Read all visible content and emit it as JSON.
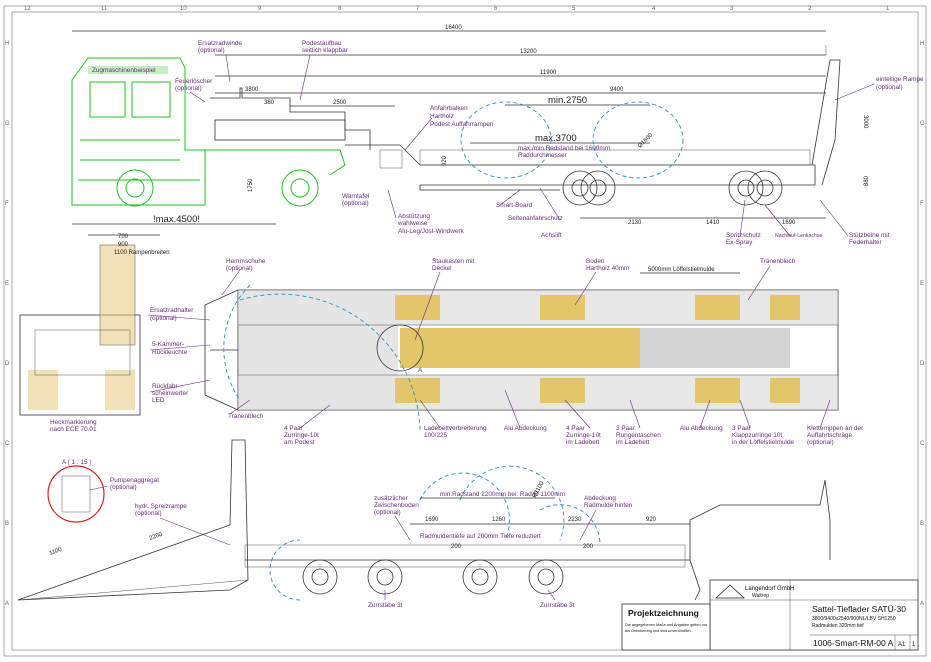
{
  "grid": {
    "top": [
      "12",
      "11",
      "10",
      "9",
      "8",
      "7",
      "6",
      "5",
      "4",
      "3",
      "2",
      "1"
    ],
    "left": [
      "H",
      "G",
      "F",
      "E",
      "D",
      "C",
      "B",
      "A"
    ]
  },
  "side_view": {
    "dims": {
      "total": "16400",
      "d13200": "13200",
      "d11900": "11900",
      "d9400": "9400",
      "d3800": "3800",
      "d2500": "2500",
      "d380": "380",
      "min2750": "min.2750",
      "max3700": "max.3700",
      "max4500": "!max.4500!",
      "d1750": "1750",
      "d920": "920",
      "d3000": "3000",
      "d880": "880",
      "d2130": "2130",
      "d1410": "1410",
      "d1690": "1690",
      "d1600": "Ø1600"
    },
    "labels": {
      "zugmaschine": "Zugmaschinenbeispiel",
      "ersatzradwinde": "Ersatzradwinde",
      "ersatzradwinde_opt": "(optional)",
      "podestaufbau": "Podestaufbau",
      "podestaufbau2": "seitlich klappbar",
      "feuerloescher": "Feuerlöscher",
      "feuerloescher_opt": "(optional)",
      "anfahrbalken": "Anfahrbalken",
      "hartholz": "Hartholz",
      "podest_auffahrrampen": "Podest Auffahrrampen",
      "radstand": "max./min.Radstand bei 1600mm",
      "raddurchmesser": "Raddurchmesser",
      "warntafel": "Warntafel",
      "warntafel_opt": "(optional)",
      "smartboard": "Smart-Board",
      "abstuetzung": "Abstützung",
      "abstuetzung2": "wahlweise",
      "abstuetzung3": "Alu-Leg/Jost-Windwerk",
      "seitenanfahrschutz": "Seitenanfahrschutz",
      "achslift": "Achslift",
      "spritzschutz": "Spritzschutz",
      "spritzschutz2": "Ex-Spray",
      "nachlauflenkachse": "Nachlauf-Lenkachse",
      "stuetzbeine": "Stützbeine mit",
      "stuetzbeine2": "Federhalter",
      "einteilige_rampe": "einteilige Rampe",
      "einteilige_rampe_opt": "(optional)"
    }
  },
  "top_view": {
    "dims": {
      "d700": "700",
      "d900": "900",
      "rampenbreiten": "1100 Rampenbreiten",
      "loeffelmulde": "5000mm Löffelstielmulde"
    },
    "labels": {
      "hemmschuhe": "Hemmschuhe",
      "hemmschuhe_opt": "(optional)",
      "ersatzradhalter": "Ersatzradhalter",
      "ersatzradhalter_opt": "(optional)",
      "kammer": "5-Kammer-",
      "kammer2": "Rückleuchte",
      "rueckfahr": "Rückfahr-",
      "rueckfahr2": "scheinwerfer",
      "rueckfahr3": "LED",
      "heckmarkierung": "Heckmarkierung",
      "heckmarkierung2": "nach ECE 70.01",
      "traenenblech_l": "Tränenblech",
      "zurringe_podest": "4 Paar",
      "zurringe_podest2": "Zurringe-10t",
      "zurringe_podest3": "am Podest",
      "staukasten": "Staukasten mit",
      "staukasten2": "Deckel",
      "boden": "Boden",
      "boden2": "Hartholz 40mm",
      "traenenblech_r": "Tränenblech",
      "ladebett": "Ladebettverbreiterung",
      "ladebett2": "100/225",
      "alu1": "Alu Abdeckung",
      "zurringe_ladebett": "4 Paar",
      "zurringe_ladebett2": "Zurringe-10t",
      "zurringe_ladebett3": "im Ladebett",
      "rungentaschen": "3 Paar",
      "rungentaschen2": "Rungentaschen",
      "rungentaschen3": "im Ladebett",
      "alu2": "Alu Abdeckung",
      "klappzurringe": "3 Paar",
      "klappzurringe2": "Klappzurringe 10t",
      "klappzurringe3": "in der Löffelstielmulde",
      "kletterrippen": "Kletterrippen an der",
      "kletterrippen2": "Auffahrtschräge",
      "kletterrippen3": "(optional)",
      "section_a": "A"
    }
  },
  "bottom_view": {
    "labels": {
      "detail": "A ( 1 : 15 )",
      "pumpenaggregat": "Pumpenaggregat",
      "pumpenaggregat_opt": "(optional)",
      "spreizrampe": "hydr. Spreizrampe",
      "spreizrampe_opt": "(optional)",
      "zwischenboden": "zusätzlicher",
      "zwischenboden2": "Zwischenboden",
      "zwischenboden3": "(optional)",
      "radstand": "min.Radstand 2200mm bei: Rad-Ø 1100mm",
      "radmuldentiefe": "Radmuldentiefe auf 200mm  Tiefe reduziert",
      "abdeckung": "Abdeckung",
      "abdeckung2": "Radmulde hinten",
      "zurrstaebe_l": "Zurrstäbe 3t",
      "zurrstaebe_r": "Zurrstäbe 3t"
    },
    "dims": {
      "d1100": "1100",
      "d2250": "2250",
      "d1690": "1690",
      "d1260": "1260",
      "d2230": "2230",
      "d920": "920",
      "d200a": "200",
      "d200b": "200",
      "d1100b": "Ø1100"
    }
  },
  "title_block": {
    "company": "Langendorf GmbH",
    "city": "Waltrop",
    "projekt": "Projektzeichnung",
    "note1": "Die angegebenen Maße und Angaben gelten nur",
    "note2": "als Orientierung und sind unverbindlich.",
    "title": "Sattel-Tieflader SATÜ-30",
    "spec1": "3800/9400x2540/900NL/LBV SH1250",
    "spec2": "Radmulden 320mm tief",
    "drawing_no": "1006-Smart-RM-00 A",
    "format": "A1",
    "sheet": "1"
  }
}
